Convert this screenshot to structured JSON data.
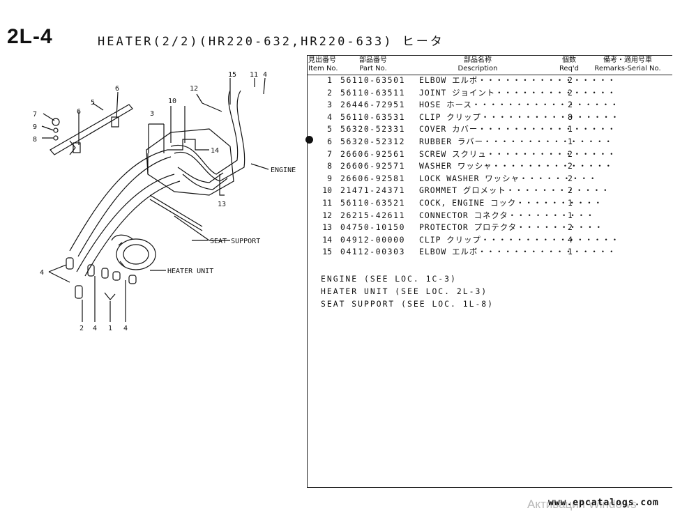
{
  "page": {
    "section_code": "2L-4",
    "title": "HEATER(2/2)(HR220-632,HR220-633) ヒータ"
  },
  "table": {
    "headers": {
      "item_jp": "見出番号",
      "item_en": "Item No.",
      "part_jp": "部品番号",
      "part_en": "Part No.",
      "desc_jp": "部品名称",
      "desc_en": "Description",
      "qty_jp": "個数",
      "qty_en": "Req'd",
      "remarks_jp": "備考・適用号車",
      "remarks_en": "Remarks-Serial No."
    },
    "rows": [
      {
        "item": "1",
        "part": "56110-63501",
        "desc": "ELBOW エルボ・・・・・・・・・・・・・・・・",
        "qty": "2",
        "marked": false
      },
      {
        "item": "2",
        "part": "56110-63511",
        "desc": "JOINT ジョイント・・・・・・・・・・・・・・",
        "qty": "2",
        "marked": false
      },
      {
        "item": "3",
        "part": "26446-72951",
        "desc": "HOSE ホース・・・・・・・・・・・・・・・・・",
        "qty": "2",
        "marked": false
      },
      {
        "item": "4",
        "part": "56110-63531",
        "desc": "CLIP クリップ・・・・・・・・・・・・・・・・",
        "qty": "8",
        "marked": false
      },
      {
        "item": "5",
        "part": "56320-52331",
        "desc": "COVER カバー・・・・・・・・・・・・・・・・",
        "qty": "1",
        "marked": false
      },
      {
        "item": "6",
        "part": "56320-52312",
        "desc": "RUBBER ラバー・・・・・・・・・・・・・・・",
        "qty": "1",
        "marked": true
      },
      {
        "item": "7",
        "part": "26606-92561",
        "desc": "SCREW スクリュ・・・・・・・・・・・・・・・",
        "qty": "2",
        "marked": false
      },
      {
        "item": "8",
        "part": "26606-92571",
        "desc": "WASHER ワッシャ・・・・・・・・・・・・・・",
        "qty": "2",
        "marked": false
      },
      {
        "item": "9",
        "part": "26606-92581",
        "desc": "LOCK WASHER ワッシャ・・・・・・・・・",
        "qty": "2",
        "marked": false
      },
      {
        "item": "10",
        "part": "21471-24371",
        "desc": "GROMMET グロメット・・・・・・・・・・・・",
        "qty": "2",
        "marked": false
      },
      {
        "item": "11",
        "part": "56110-63521",
        "desc": "COCK, ENGINE コック・・・・・・・・・・",
        "qty": "1",
        "marked": false
      },
      {
        "item": "12",
        "part": "26215-42611",
        "desc": "CONNECTOR コネクタ・・・・・・・・・・",
        "qty": "1",
        "marked": false
      },
      {
        "item": "13",
        "part": "04750-10150",
        "desc": "PROTECTOR プロテクタ・・・・・・・・・・",
        "qty": "2",
        "marked": false
      },
      {
        "item": "14",
        "part": "04912-00000",
        "desc": "CLIP クリップ・・・・・・・・・・・・・・・・",
        "qty": "4",
        "marked": false
      },
      {
        "item": "15",
        "part": "04112-00303",
        "desc": "ELBOW エルボ・・・・・・・・・・・・・・・・",
        "qty": "1",
        "marked": false
      }
    ]
  },
  "notes": [
    "ENGINE (SEE LOC. 1C-3)",
    "HEATER UNIT (SEE LOC. 2L-3)",
    "SEAT SUPPORT (SEE LOC. 1L-8)"
  ],
  "diagram": {
    "labels": {
      "engine": "ENGINE",
      "seat_support": "SEAT SUPPORT",
      "heater_unit": "HEATER UNIT"
    },
    "callouts": [
      "15",
      "11",
      "4",
      "12",
      "10",
      "3",
      "5",
      "6",
      "6",
      "7",
      "9",
      "8",
      "14",
      "13",
      "4",
      "2",
      "4",
      "1",
      "4"
    ]
  },
  "footer": {
    "watermark": "Активация Windows",
    "site": "www.epcatalogs.com"
  }
}
